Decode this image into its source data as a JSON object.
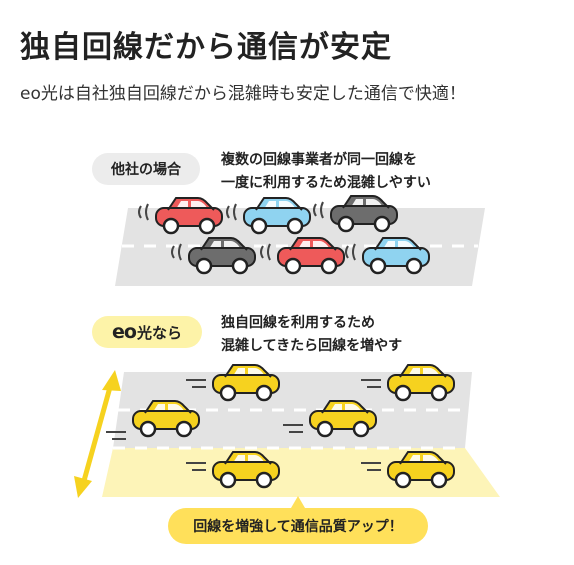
{
  "header": {
    "title": "独自回線だから通信が安定",
    "subtitle": "eo光は自社独自回線だから混雑時も安定した通信で快適！"
  },
  "other_carriers": {
    "label": "他社の場合",
    "note_line1": "複数の回線事業者が同一回線を",
    "note_line2": "一度に利用するため混雑しやすい"
  },
  "eo": {
    "label_brand": "eo",
    "label_rest": "光なら",
    "note_line1": "独自回線を利用するため",
    "note_line2": "混雑してきたら回線を増やす"
  },
  "banner": "回線を増強して通信品質アップ！",
  "colors": {
    "road_gray": "#e3e3e3",
    "extra_lane": "#fdf4b8",
    "accent_yellow": "#ffe05a",
    "car_red": "#ee5a5a",
    "car_blue": "#8fd3f0",
    "car_gray": "#6d6d6d",
    "car_yellow": "#f6d21f",
    "arrow_yellow": "#f6d21f"
  }
}
